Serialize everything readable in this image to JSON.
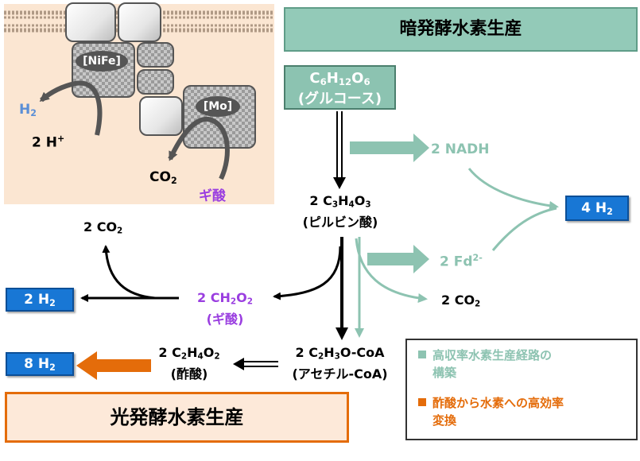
{
  "enzyme": {
    "nife_label": "[NiFe]",
    "mo_label": "[Mo]",
    "h2": "H",
    "h2_sub": "2",
    "h_plus": "2 H",
    "h_plus_sup": "+",
    "co2": "CO",
    "co2_sub": "2",
    "formic": "ギ酸"
  },
  "titles": {
    "dark": "暗発酵水素生産",
    "photo": "光発酵水素生産"
  },
  "glucose": {
    "formula_parts": [
      "C",
      "6",
      "H",
      "12",
      "O",
      "6"
    ],
    "name": "(グルコース)"
  },
  "pyruvate": {
    "formula_parts": [
      "2 C",
      "3",
      "H",
      "4",
      "O",
      "3"
    ],
    "name": "(ピルビン酸)"
  },
  "formate": {
    "formula_parts": [
      "2 CH",
      "2",
      "O",
      "2"
    ],
    "name": "(ギ酸)"
  },
  "acetylcoa": {
    "formula_parts": [
      "2 C",
      "2",
      "H",
      "3",
      "O-CoA"
    ],
    "name": "(アセチル-CoA)"
  },
  "acetate": {
    "formula_parts": [
      "2 C",
      "2",
      "H",
      "4",
      "O",
      "2"
    ],
    "name": "(酢酸)"
  },
  "nadh": "2 NADH",
  "fd": "2 Fd",
  "fd_sup": "2-",
  "co2_left": {
    "parts": [
      "2 CO",
      "2"
    ]
  },
  "co2_right": {
    "parts": [
      "2 CO",
      "2"
    ]
  },
  "outputs": {
    "h2_4": {
      "parts": [
        "4 H",
        "2"
      ]
    },
    "h2_2": {
      "parts": [
        "2 H",
        "2"
      ]
    },
    "h2_8": {
      "parts": [
        "8 H",
        "2"
      ]
    }
  },
  "legend": {
    "item1": "高収率水素生産経路の構築",
    "item1_line1": "高収率水素生産経路の",
    "item1_line2": "構築",
    "item2_line1": "酢酸から水素への高効率",
    "item2_line2": "変換"
  },
  "colors": {
    "teal": "#8dc3b1",
    "purple": "#9a3ee0",
    "blue": "#1877d5",
    "orange": "#e46c0a",
    "h2_blue": "#5b8fd6"
  }
}
